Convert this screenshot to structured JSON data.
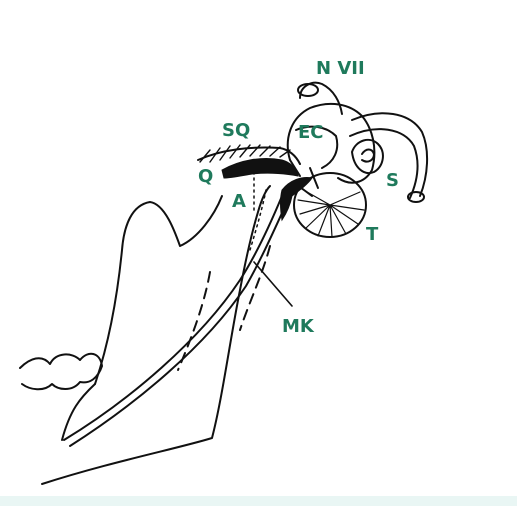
{
  "labels": {
    "nvii": "N VII",
    "ec": "EC",
    "sq": "SQ",
    "q": "Q",
    "a": "A",
    "s": "S",
    "t": "T",
    "mk": "MK"
  },
  "colors": {
    "label": "#1f7a5c",
    "line": "#111111",
    "bottom_band": "#e9f6f4"
  }
}
